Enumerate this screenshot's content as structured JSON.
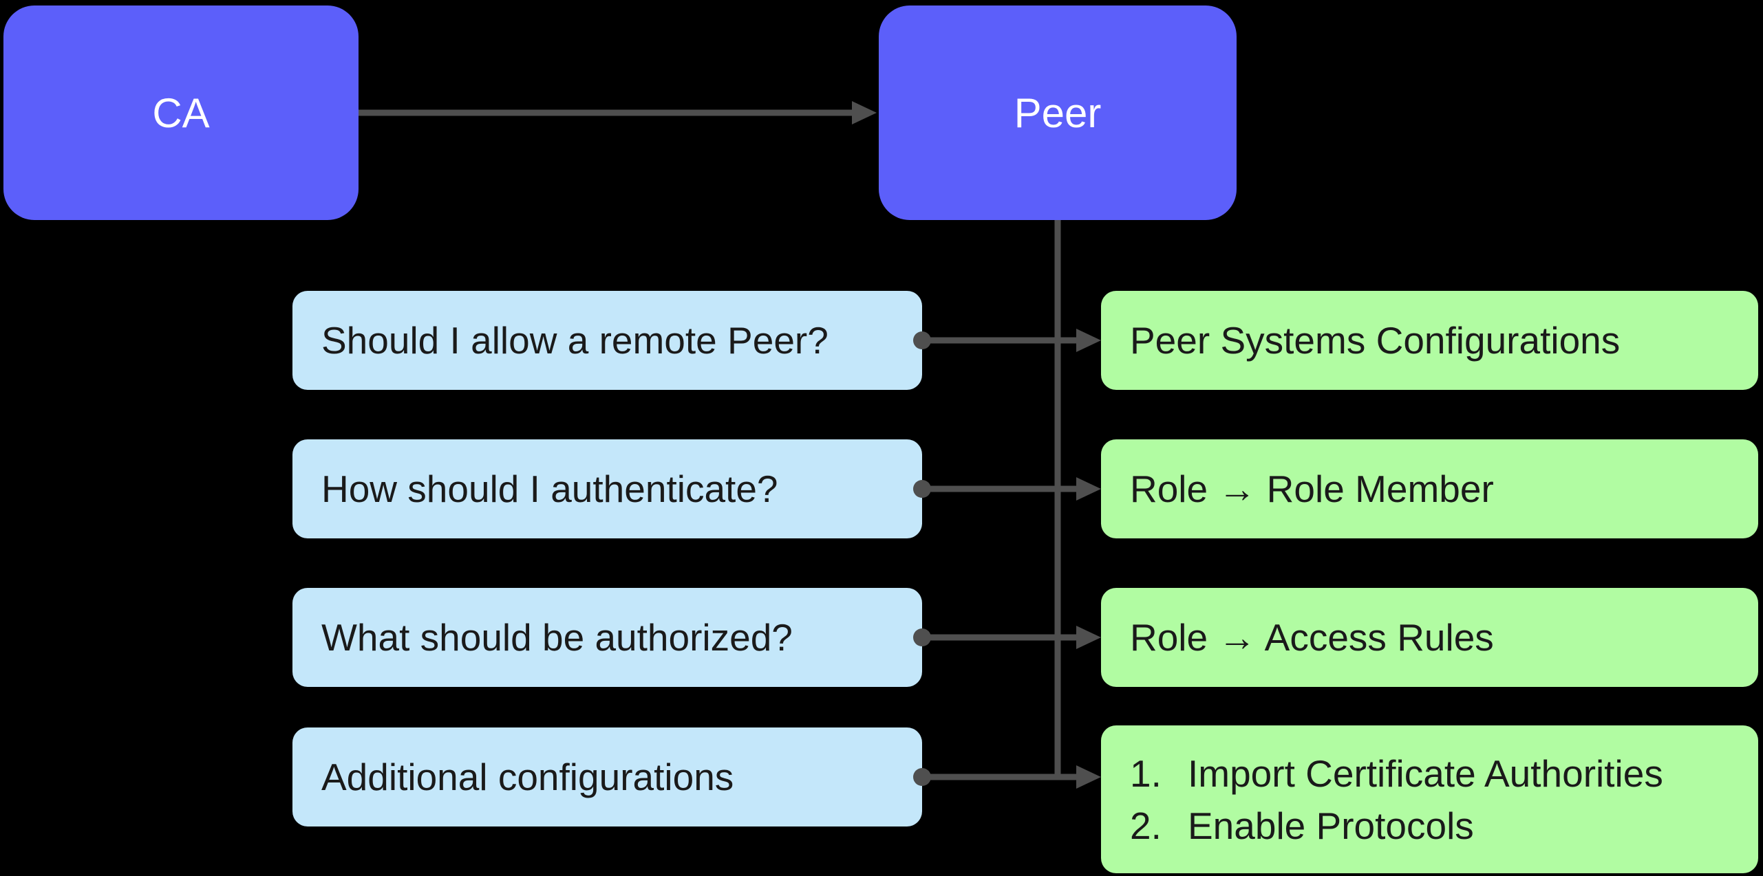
{
  "diagram": {
    "colors": {
      "background": "#000000",
      "node_fill": "#5C5FFA",
      "node_text": "#FFFFFF",
      "question_fill": "#C4E7FA",
      "answer_fill": "#B1FCA2",
      "box_text": "#1A1A1A",
      "connector": "#4F4F4F"
    },
    "nodes": {
      "ca": {
        "label": "CA"
      },
      "peer": {
        "label": "Peer"
      }
    },
    "rows": [
      {
        "question": "Should I allow a remote Peer?",
        "answer": "Peer Systems Configurations"
      },
      {
        "question": "How should I authenticate?",
        "answer": "Role → Role Member"
      },
      {
        "question": "What should be authorized?",
        "answer": "Role → Access Rules"
      },
      {
        "question": "Additional configurations",
        "answer_list": [
          {
            "marker": "1.",
            "text": "Import Certificate Authorities"
          },
          {
            "marker": "2.",
            "text": "Enable Protocols"
          }
        ]
      }
    ]
  }
}
